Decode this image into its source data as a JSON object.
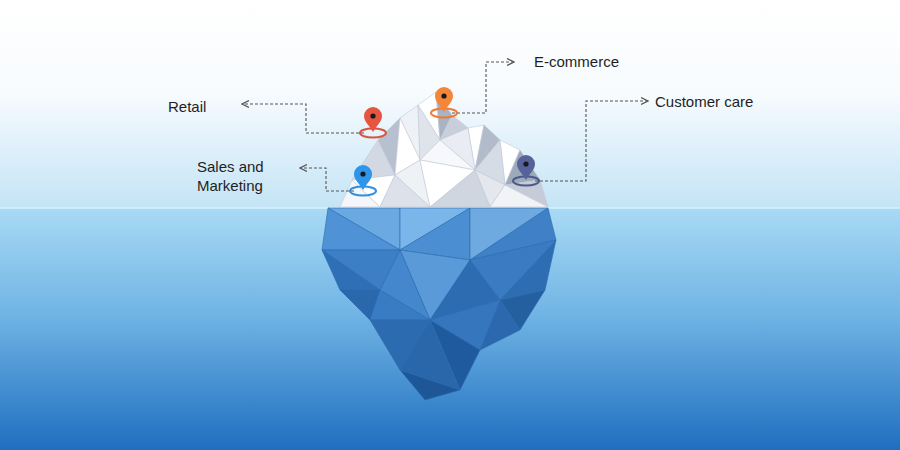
{
  "diagram": {
    "labels": [
      "Retail",
      "E-commerce",
      "Customer care",
      "Sales and Marketing"
    ]
  }
}
